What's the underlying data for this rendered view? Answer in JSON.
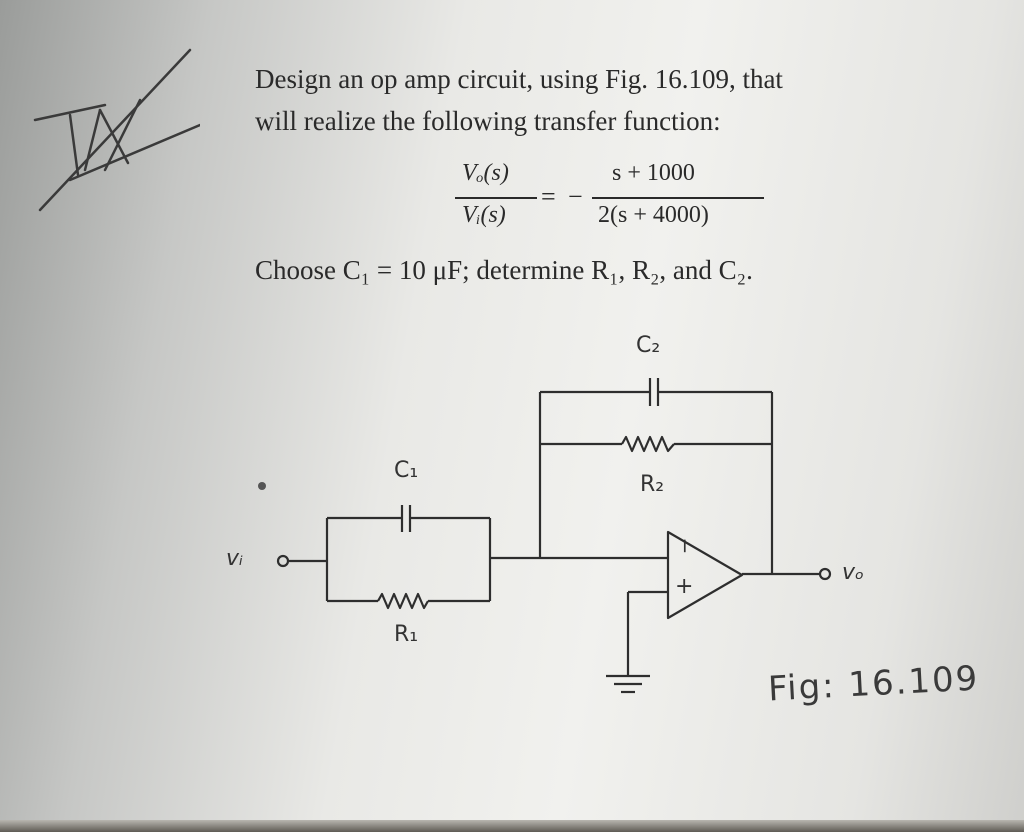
{
  "corner_mark": "IV",
  "problem": {
    "intro_line1": "Design an op amp circuit, using Fig. 16.109, that",
    "intro_line2": "will realize the following transfer function:",
    "lhs_num": "Vₒ(s)",
    "lhs_den": "Vᵢ(s)",
    "equals": "=",
    "minus": "−",
    "rhs_num": "s + 1000",
    "rhs_den": "2(s + 4000)",
    "choose_line": "Choose C₁ = 10 μF; determine R₁, R₂, and C₂."
  },
  "circuit": {
    "c1_label": "C₁",
    "r1_label": "R₁",
    "c2_label": "C₂",
    "r2_label": "R₂",
    "vi_label": "vᵢ",
    "vo_label": "vₒ",
    "minus_terminal": "−",
    "plus_terminal": "+"
  },
  "figure_caption": "Fig: 16.109"
}
